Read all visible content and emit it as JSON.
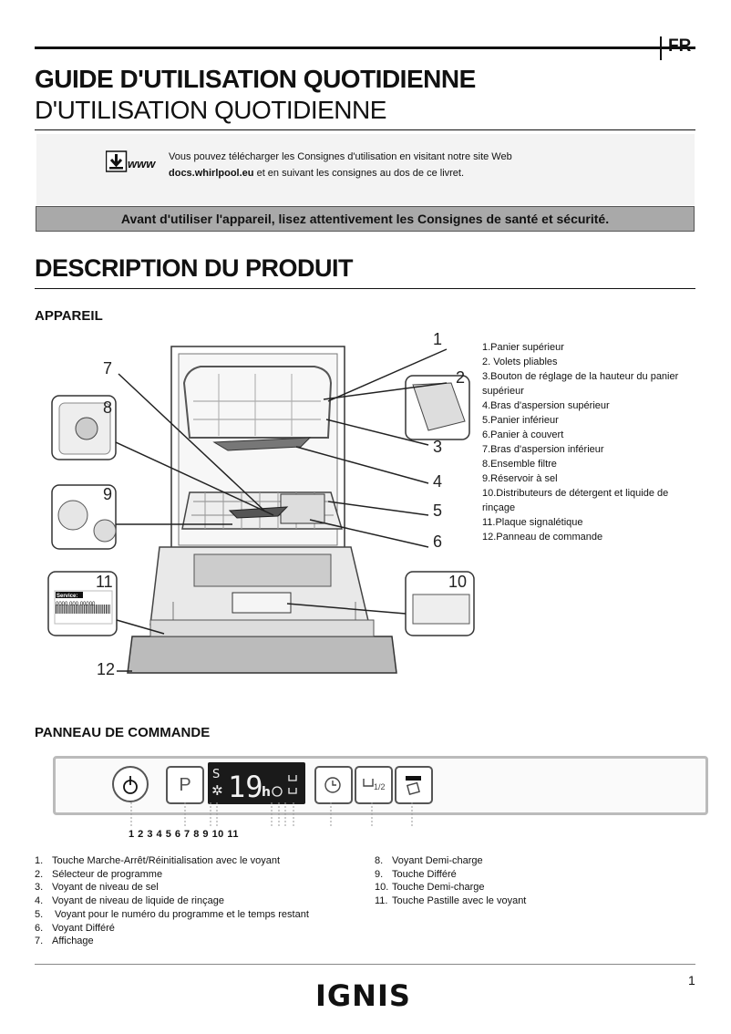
{
  "header": {
    "lang": "FR",
    "title_bold": "GUIDE D'UTILISATION QUOTIDIENNE",
    "title_regular": "D'UTILISATION QUOTIDIENNE"
  },
  "download": {
    "icon": "download-www-icon",
    "icon_label": "www",
    "line1": "Vous pouvez télécharger les Consignes d'utilisation en visitant notre site Web",
    "link": "docs.whirlpool.eu",
    "line2_rest": " et en suivant les consignes au dos de ce livret."
  },
  "warning": "Avant d'utiliser l'appareil, lisez attentivement les Consignes de santé et sécurité.",
  "section_title": "DESCRIPTION DU PRODUIT",
  "appareil": {
    "title": "APPAREIL",
    "parts": [
      "1.Panier supérieur",
      "2. Volets pliables",
      "3.Bouton de réglage de la hauteur du panier supérieur",
      "4.Bras d'aspersion supérieur",
      "5.Panier inférieur",
      "6.Panier à couvert",
      "7.Bras d'aspersion inférieur",
      "8.Ensemble filtre",
      "9.Réservoir à sel",
      "10.Distributeurs de détergent et liquide de rinçage",
      "11.Plaque signalétique",
      "12.Panneau de commande"
    ],
    "callouts": [
      "1",
      "2",
      "3",
      "4",
      "5",
      "6",
      "7",
      "8",
      "9",
      "10",
      "11",
      "12"
    ],
    "plate_service": "Service:",
    "plate_code": "0000 000 00000"
  },
  "panneau": {
    "title": "PANNEAU DE COMMANDE",
    "display_digits": "19",
    "display_unit": "h",
    "p_label": "P",
    "half_label": "1/2",
    "numbers": "1 2 3 4 5 6 7 8 9 10 11",
    "list_left": [
      {
        "n": "1.",
        "t": "Touche Marche-Arrêt/Réinitialisation avec le voyant"
      },
      {
        "n": "2.",
        "t": "Sélecteur de programme"
      },
      {
        "n": "3.",
        "t": "Voyant de niveau de sel"
      },
      {
        "n": "4.",
        "t": "Voyant de niveau de liquide de rinçage"
      },
      {
        "n": "5.",
        "t": " Voyant pour le numéro du programme et le temps restant"
      },
      {
        "n": "6.",
        "t": "Voyant Différé"
      },
      {
        "n": "7.",
        "t": "Affichage"
      }
    ],
    "list_right": [
      {
        "n": "8.",
        "t": "Voyant Demi-charge"
      },
      {
        "n": "9.",
        "t": "Touche Différé"
      },
      {
        "n": "10.",
        "t": "Touche Demi-charge"
      },
      {
        "n": "11.",
        "t": "Touche Pastille avec le voyant"
      }
    ]
  },
  "footer": {
    "brand": "IGNIS",
    "page": "1"
  }
}
